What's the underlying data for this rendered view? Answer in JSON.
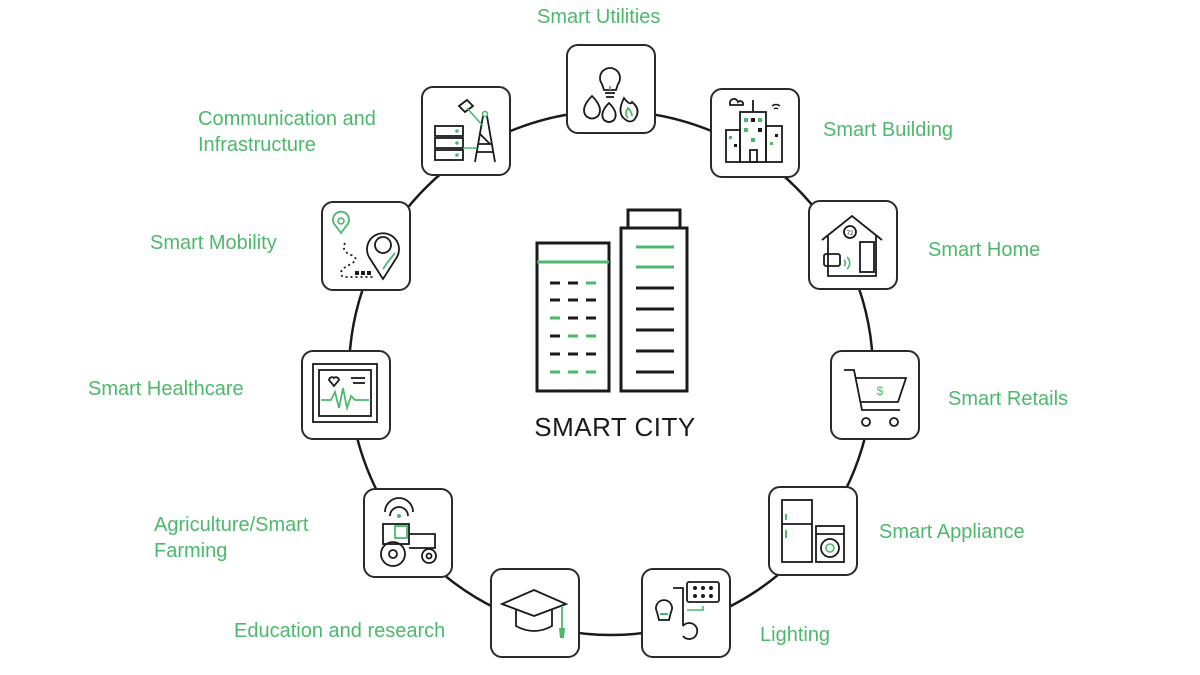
{
  "center": {
    "title": "SMART CITY"
  },
  "accent_color": "#4cb86b",
  "line_color": "#1a1a1a",
  "nodes": [
    {
      "label": "Smart Utilities",
      "icon": "utilities-icon"
    },
    {
      "label": "Smart Building",
      "icon": "building-icon"
    },
    {
      "label": "Smart Home",
      "icon": "home-icon"
    },
    {
      "label": "Smart Retails",
      "icon": "shopping-cart-icon"
    },
    {
      "label": "Smart Appliance",
      "icon": "appliance-icon"
    },
    {
      "label": "Lighting",
      "icon": "lighting-icon"
    },
    {
      "label": "Education and research",
      "icon": "graduation-cap-icon"
    },
    {
      "label": "Agriculture/Smart Farming",
      "icon": "tractor-icon"
    },
    {
      "label": "Smart Healthcare",
      "icon": "heart-monitor-icon"
    },
    {
      "label": "Smart Mobility",
      "icon": "map-pin-icon"
    },
    {
      "label": "Communication and Infrastructure",
      "icon": "satellite-tower-icon"
    }
  ]
}
